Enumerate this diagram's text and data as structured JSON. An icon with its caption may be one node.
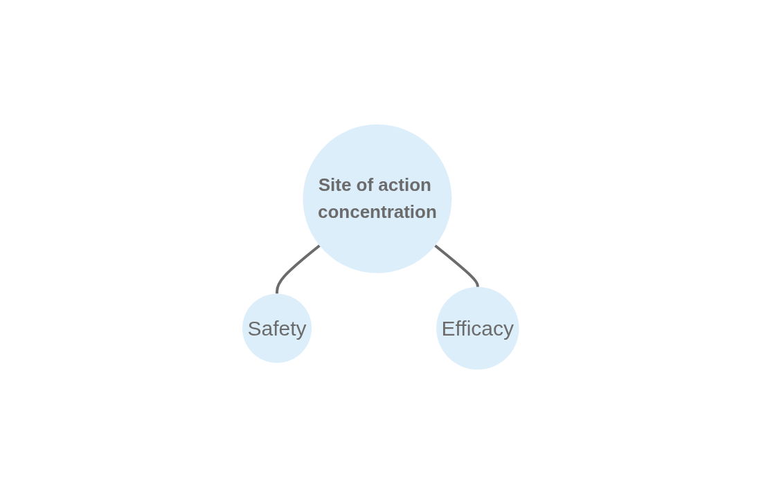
{
  "diagram": {
    "nodes": [
      {
        "text": [
          "Site of action concentration"
        ]
      },
      {
        "text": [
          "Safety"
        ]
      },
      {
        "text": [
          "Efficacy"
        ]
      }
    ],
    "edges": [
      {
        "from": 0,
        "to": 1,
        "arrow": "none"
      },
      {
        "from": 0,
        "to": 2,
        "arrow": "none"
      }
    ]
  }
}
